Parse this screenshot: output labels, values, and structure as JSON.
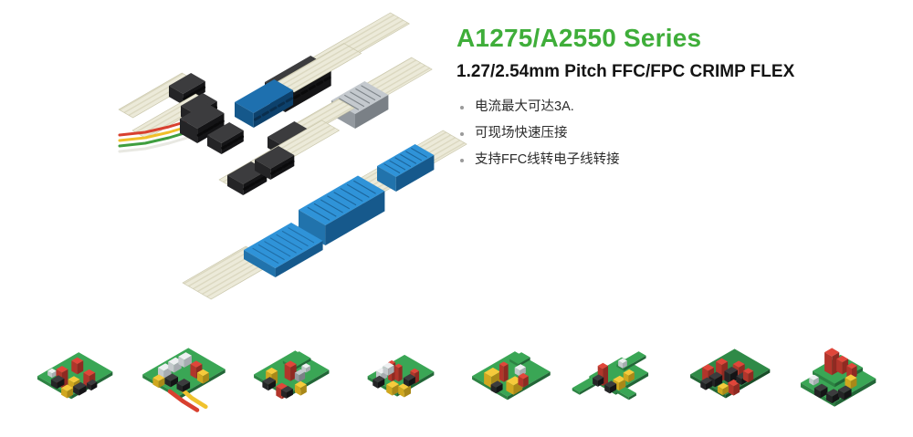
{
  "page": {
    "background": "#ffffff"
  },
  "hero": {
    "title": "A1275/A2550 Series",
    "title_color": "#3fae3a",
    "subtitle": "1.27/2.54mm Pitch FFC/FPC CRIMP FLEX",
    "features": [
      {
        "text": "电流最大可达3A."
      },
      {
        "text": "可现场快速压接"
      },
      {
        "text": "支持FFC线转电子线转接"
      }
    ],
    "illustration": {
      "name": "ffc-fpc-crimp-connector-family-illustration",
      "ribbon_color": "#ecead9",
      "connector_black": "#3c3c3e",
      "connector_blue": "#2f93d8",
      "connector_dark_blue": "#1e70af",
      "wire_colors": [
        "#d8402f",
        "#f0bf2a",
        "#3f9e3f",
        "#e8e8e2"
      ]
    }
  },
  "gallery": {
    "thumbnails": [
      {
        "name": "pcb-assembly-1"
      },
      {
        "name": "pcb-assembly-2"
      },
      {
        "name": "pcb-assembly-3"
      },
      {
        "name": "pcb-assembly-4"
      },
      {
        "name": "pcb-assembly-5"
      },
      {
        "name": "pcb-assembly-6"
      },
      {
        "name": "pcb-assembly-7"
      },
      {
        "name": "pcb-assembly-8"
      }
    ]
  }
}
